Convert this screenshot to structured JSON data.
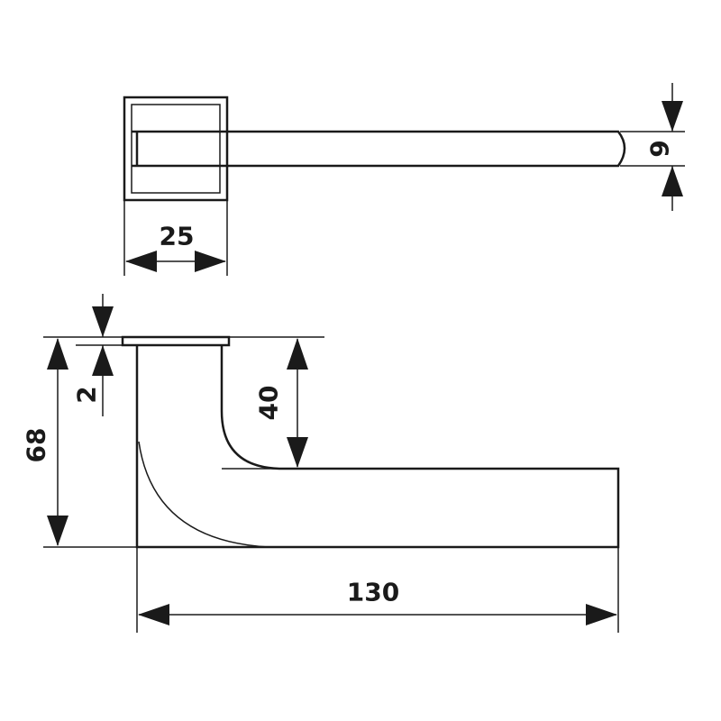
{
  "dimensions": {
    "rose_width": "25",
    "bar_thickness": "9",
    "rose_thickness": "2",
    "total_height": "68",
    "handle_drop": "40",
    "handle_length": "130"
  },
  "colors": {
    "line": "#1a1a1a",
    "background": "#ffffff"
  }
}
